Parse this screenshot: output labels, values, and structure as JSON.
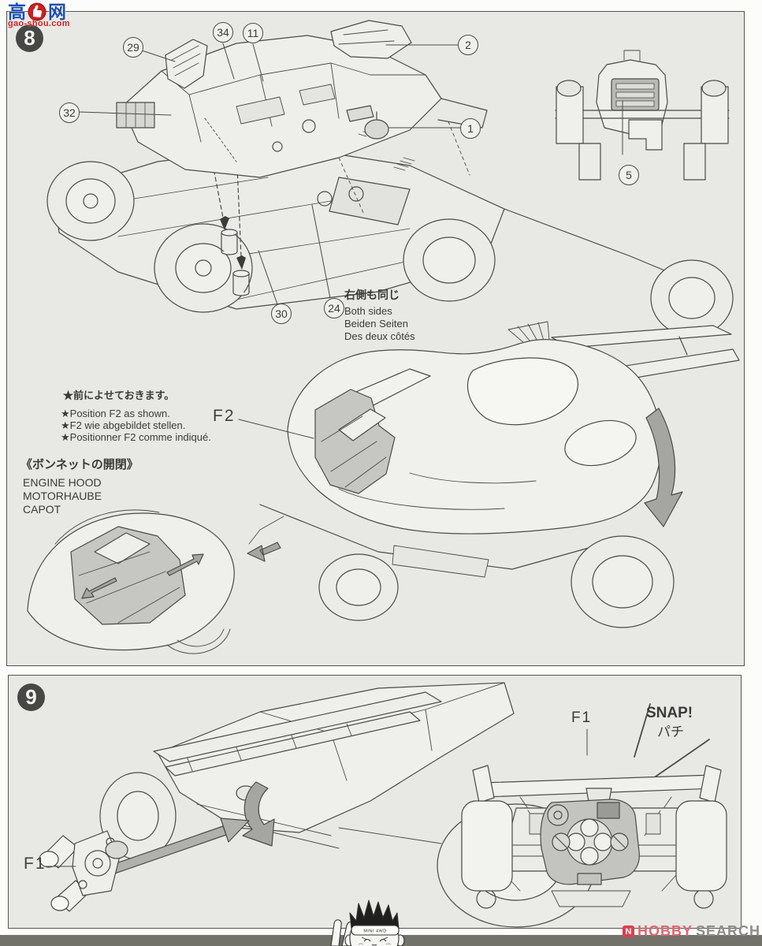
{
  "watermark_top": {
    "char_left": "高",
    "char_right": "网",
    "url": "gao-shou.com"
  },
  "step8": {
    "number": "8",
    "callouts": {
      "c29": "29",
      "c34": "34",
      "c11": "11",
      "c2": "2",
      "c32": "32",
      "c1": "1",
      "c30": "30",
      "c24": "24",
      "c5": "5"
    },
    "both_sides": {
      "jp": "右側も同じ",
      "en": "Both sides",
      "de": "Beiden Seiten",
      "fr": "Des deux côtés"
    },
    "note": {
      "jp": "★前によせておきます。",
      "en": "★Position F2 as shown.",
      "de": "★F2 wie abgebildet stellen.",
      "fr": "★Positionner F2 comme indiqué."
    },
    "f2": "F2",
    "hood": {
      "jp": "《ボンネットの開閉》",
      "en": "ENGINE HOOD",
      "de": "MOTORHAUBE",
      "fr": "CAPOT"
    }
  },
  "step9": {
    "number": "9",
    "f1_left": "F1",
    "f1_right": "F1",
    "snap_en": "SNAP!",
    "snap_jp": "パチ"
  },
  "mascot": {
    "headband": "MINI 4WD"
  },
  "hobby_search": {
    "icon": "N",
    "part1": "HOBBY",
    "part2": "SEARCH"
  },
  "colors": {
    "section_bg": "#e8e8e5",
    "line": "#4a4a48",
    "shade": "#c6c6c2",
    "bar": "#72726a",
    "brand_red": "#d02020",
    "brand_blue": "#1d4fae"
  }
}
